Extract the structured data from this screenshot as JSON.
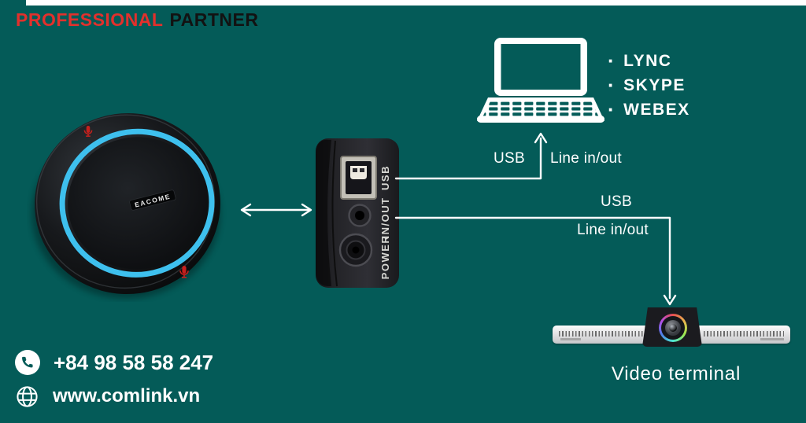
{
  "banner": {
    "word_red": "PROFESSIONAL",
    "word_dark": "PARTNER"
  },
  "speakerphone": {
    "brand": "EACOME"
  },
  "back_panel": {
    "labels": {
      "usb": "USB",
      "line": "IN/OUT",
      "power": "POWER"
    }
  },
  "laptop": {
    "apps": [
      {
        "bullet": "·",
        "name": "LYNC"
      },
      {
        "bullet": "·",
        "name": "SKYPE"
      },
      {
        "bullet": "·",
        "name": "WEBEX"
      }
    ]
  },
  "connections": {
    "to_laptop": {
      "usb_label": "USB",
      "line_label": "Line in/out"
    },
    "to_terminal": {
      "usb_label": "USB",
      "line_label": "Line in/out"
    }
  },
  "video_terminal": {
    "caption": "Video terminal"
  },
  "contact": {
    "phone": "+84 98 58 58 247",
    "website": "www.comlink.vn"
  },
  "colors": {
    "background": "#045B58",
    "accent_red": "#E3302C",
    "ring_cyan": "#3EC0EE",
    "line_white": "#FFFFFF"
  }
}
